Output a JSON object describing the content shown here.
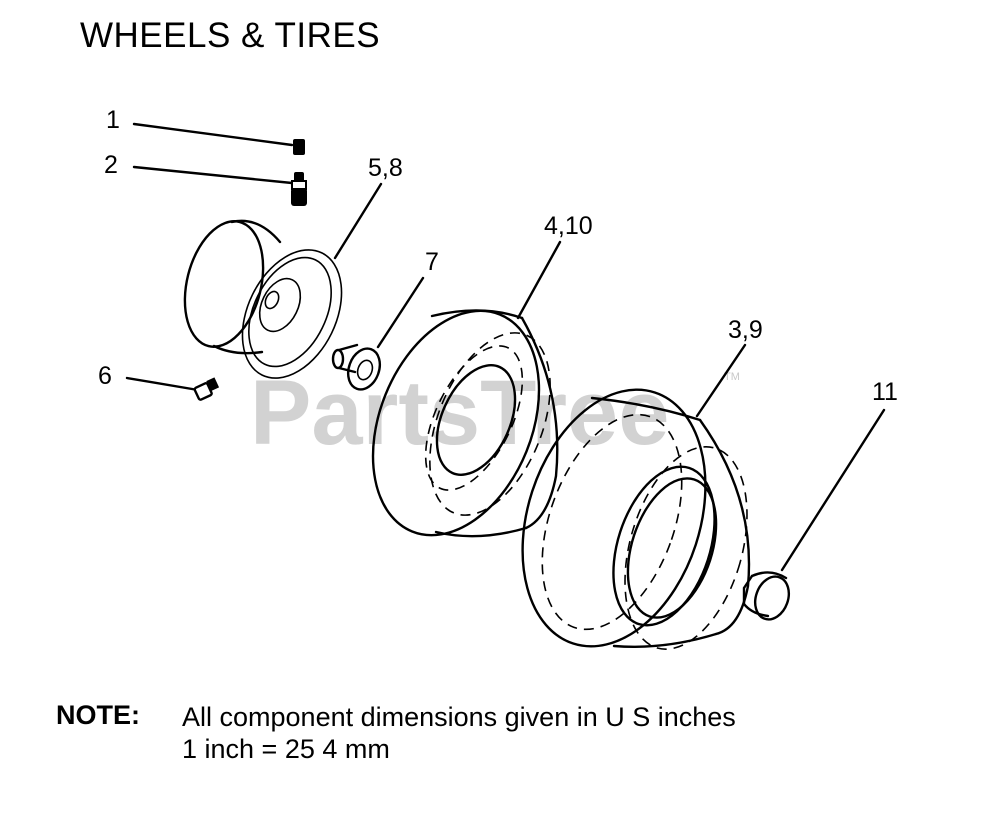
{
  "title": "WHEELS & TIRES",
  "watermark": {
    "text": "PartsTree",
    "tm": "TM"
  },
  "callouts": [
    "1",
    "2",
    "5,8",
    "4,10",
    "7",
    "3,9",
    "6",
    "11"
  ],
  "note": {
    "label": "NOTE:",
    "line1": "All component dimensions given in U S  inches",
    "line2": "1 inch = 25 4 mm"
  }
}
